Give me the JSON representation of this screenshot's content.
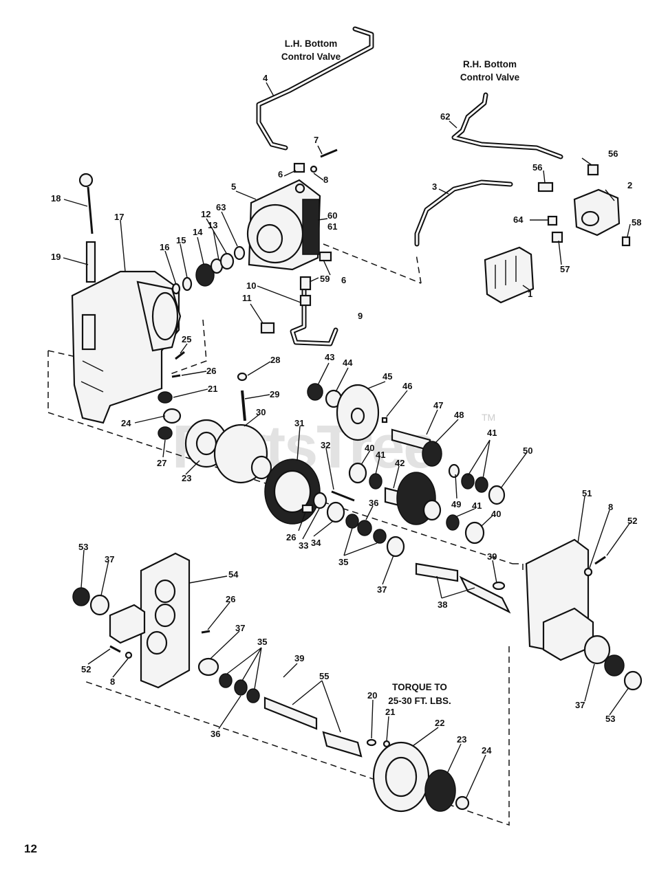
{
  "headings": {
    "lh_line1": "L.H. Bottom",
    "lh_line2": "Control Valve",
    "rh_line1": "R.H. Bottom",
    "rh_line2": "Control Valve",
    "torque_line1": "TORQUE TO",
    "torque_line2": "25-30 FT. LBS."
  },
  "watermark": {
    "text": "PartsTree",
    "tm": "TM"
  },
  "page_number": "12",
  "callouts": [
    {
      "id": "c4",
      "text": "4"
    },
    {
      "id": "c7",
      "text": "7"
    },
    {
      "id": "c6a",
      "text": "6"
    },
    {
      "id": "c8a",
      "text": "8"
    },
    {
      "id": "c5",
      "text": "5"
    },
    {
      "id": "c60",
      "text": "60"
    },
    {
      "id": "c61",
      "text": "61"
    },
    {
      "id": "c6b",
      "text": "6"
    },
    {
      "id": "c59",
      "text": "59"
    },
    {
      "id": "c10",
      "text": "10"
    },
    {
      "id": "c9",
      "text": "9"
    },
    {
      "id": "c11",
      "text": "11"
    },
    {
      "id": "c62",
      "text": "62"
    },
    {
      "id": "c56a",
      "text": "56"
    },
    {
      "id": "c56b",
      "text": "56"
    },
    {
      "id": "c2",
      "text": "2"
    },
    {
      "id": "c3",
      "text": "3"
    },
    {
      "id": "c64",
      "text": "64"
    },
    {
      "id": "c58",
      "text": "58"
    },
    {
      "id": "c57",
      "text": "57"
    },
    {
      "id": "c1",
      "text": "1"
    },
    {
      "id": "c18",
      "text": "18"
    },
    {
      "id": "c17",
      "text": "17"
    },
    {
      "id": "c19",
      "text": "19"
    },
    {
      "id": "c16",
      "text": "16"
    },
    {
      "id": "c15",
      "text": "15"
    },
    {
      "id": "c14",
      "text": "14"
    },
    {
      "id": "c13",
      "text": "13"
    },
    {
      "id": "c12",
      "text": "12"
    },
    {
      "id": "c63",
      "text": "63"
    },
    {
      "id": "c25",
      "text": "25"
    },
    {
      "id": "c26a",
      "text": "26"
    },
    {
      "id": "c21a",
      "text": "21"
    },
    {
      "id": "c24a",
      "text": "24"
    },
    {
      "id": "c27",
      "text": "27"
    },
    {
      "id": "c23a",
      "text": "23"
    },
    {
      "id": "c28",
      "text": "28"
    },
    {
      "id": "c29",
      "text": "29"
    },
    {
      "id": "c30",
      "text": "30"
    },
    {
      "id": "c31",
      "text": "31"
    },
    {
      "id": "c32",
      "text": "32"
    },
    {
      "id": "c26b",
      "text": "26"
    },
    {
      "id": "c33",
      "text": "33"
    },
    {
      "id": "c34",
      "text": "34"
    },
    {
      "id": "c35a",
      "text": "35"
    },
    {
      "id": "c36a",
      "text": "36"
    },
    {
      "id": "c43",
      "text": "43"
    },
    {
      "id": "c44",
      "text": "44"
    },
    {
      "id": "c45",
      "text": "45"
    },
    {
      "id": "c46",
      "text": "46"
    },
    {
      "id": "c47",
      "text": "47"
    },
    {
      "id": "c48",
      "text": "48"
    },
    {
      "id": "c40a",
      "text": "40"
    },
    {
      "id": "c41a",
      "text": "41"
    },
    {
      "id": "c42",
      "text": "42"
    },
    {
      "id": "c41b",
      "text": "41"
    },
    {
      "id": "c49",
      "text": "49"
    },
    {
      "id": "c50",
      "text": "50"
    },
    {
      "id": "c41c",
      "text": "41"
    },
    {
      "id": "c40b",
      "text": "40"
    },
    {
      "id": "c37a",
      "text": "37"
    },
    {
      "id": "c39a",
      "text": "39"
    },
    {
      "id": "c38",
      "text": "38"
    },
    {
      "id": "c51",
      "text": "51"
    },
    {
      "id": "c8b",
      "text": "8"
    },
    {
      "id": "c52a",
      "text": "52"
    },
    {
      "id": "c53a",
      "text": "53"
    },
    {
      "id": "c37b",
      "text": "37"
    },
    {
      "id": "c54",
      "text": "54"
    },
    {
      "id": "c26c",
      "text": "26"
    },
    {
      "id": "c52b",
      "text": "52"
    },
    {
      "id": "c8c",
      "text": "8"
    },
    {
      "id": "c37c",
      "text": "37"
    },
    {
      "id": "c35b",
      "text": "35"
    },
    {
      "id": "c36b",
      "text": "36"
    },
    {
      "id": "c39b",
      "text": "39"
    },
    {
      "id": "c55",
      "text": "55"
    },
    {
      "id": "c20",
      "text": "20"
    },
    {
      "id": "c21b",
      "text": "21"
    },
    {
      "id": "c22",
      "text": "22"
    },
    {
      "id": "c23b",
      "text": "23"
    },
    {
      "id": "c24b",
      "text": "24"
    },
    {
      "id": "c37d",
      "text": "37"
    },
    {
      "id": "c53b",
      "text": "53"
    }
  ]
}
